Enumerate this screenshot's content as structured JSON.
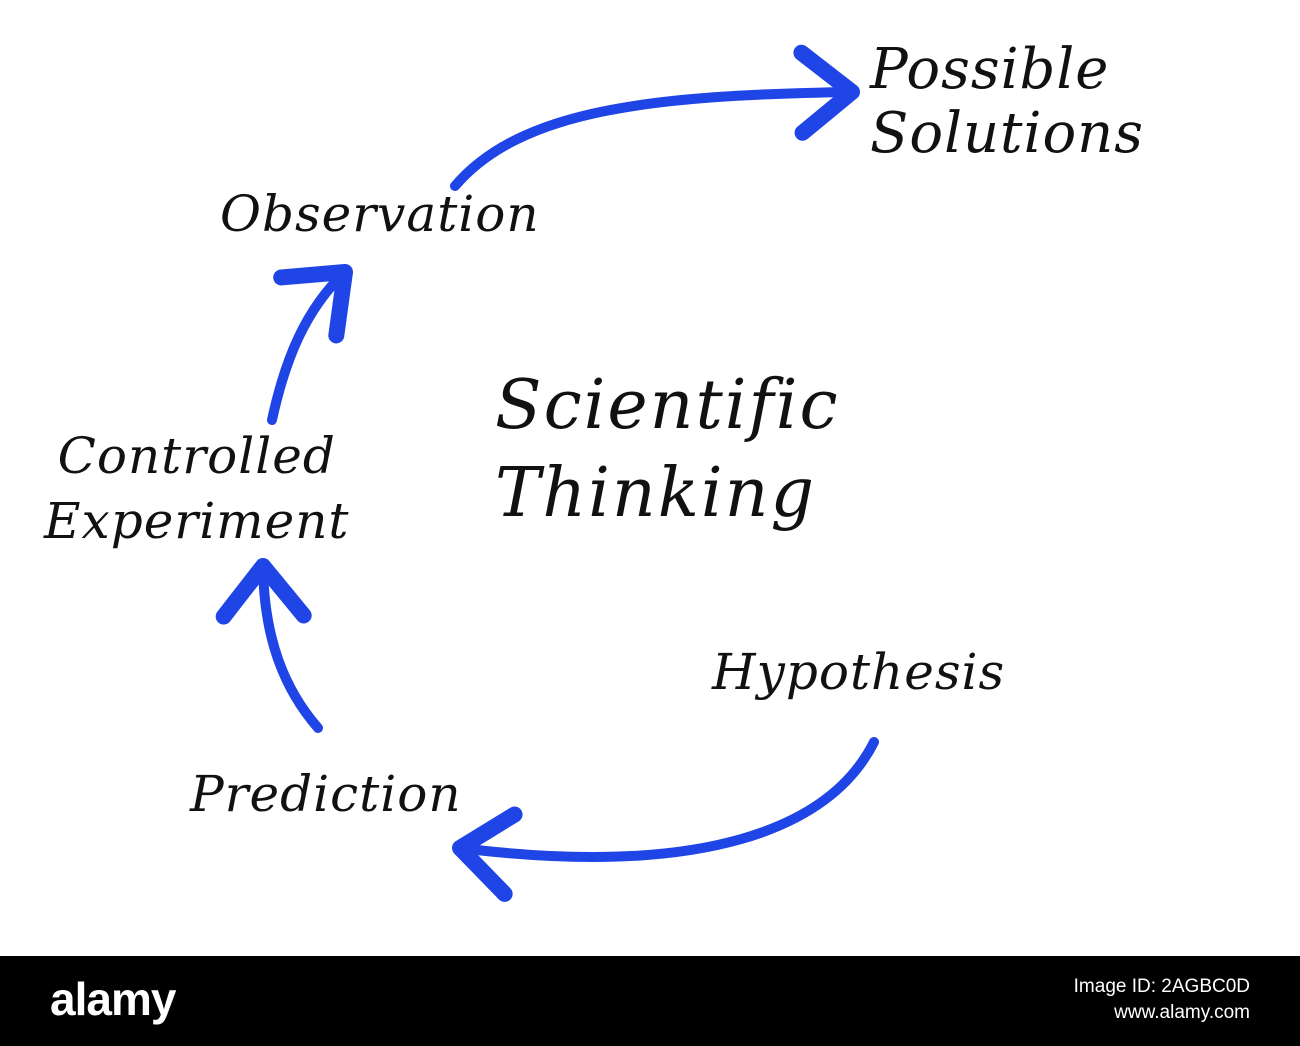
{
  "diagram": {
    "title_lines": [
      "Scientific",
      "Thinking"
    ],
    "nodes": {
      "possible_solutions": [
        "Possible",
        "Solutions"
      ],
      "observation": "Observation",
      "controlled_experiment": [
        "Controlled",
        "Experiment"
      ],
      "hypothesis": "Hypothesis",
      "prediction": "Prediction"
    },
    "edges": [
      {
        "from": "Hypothesis",
        "to": "Prediction"
      },
      {
        "from": "Prediction",
        "to": "Controlled Experiment"
      },
      {
        "from": "Controlled Experiment",
        "to": "Observation"
      },
      {
        "from": "Observation",
        "to": "Possible Solutions"
      }
    ],
    "arrow_color": "#1f45e6"
  },
  "footer": {
    "brand": "alamy",
    "image_id": "Image ID: 2AGBC0D",
    "url": "www.alamy.com",
    "background": "#000000"
  }
}
